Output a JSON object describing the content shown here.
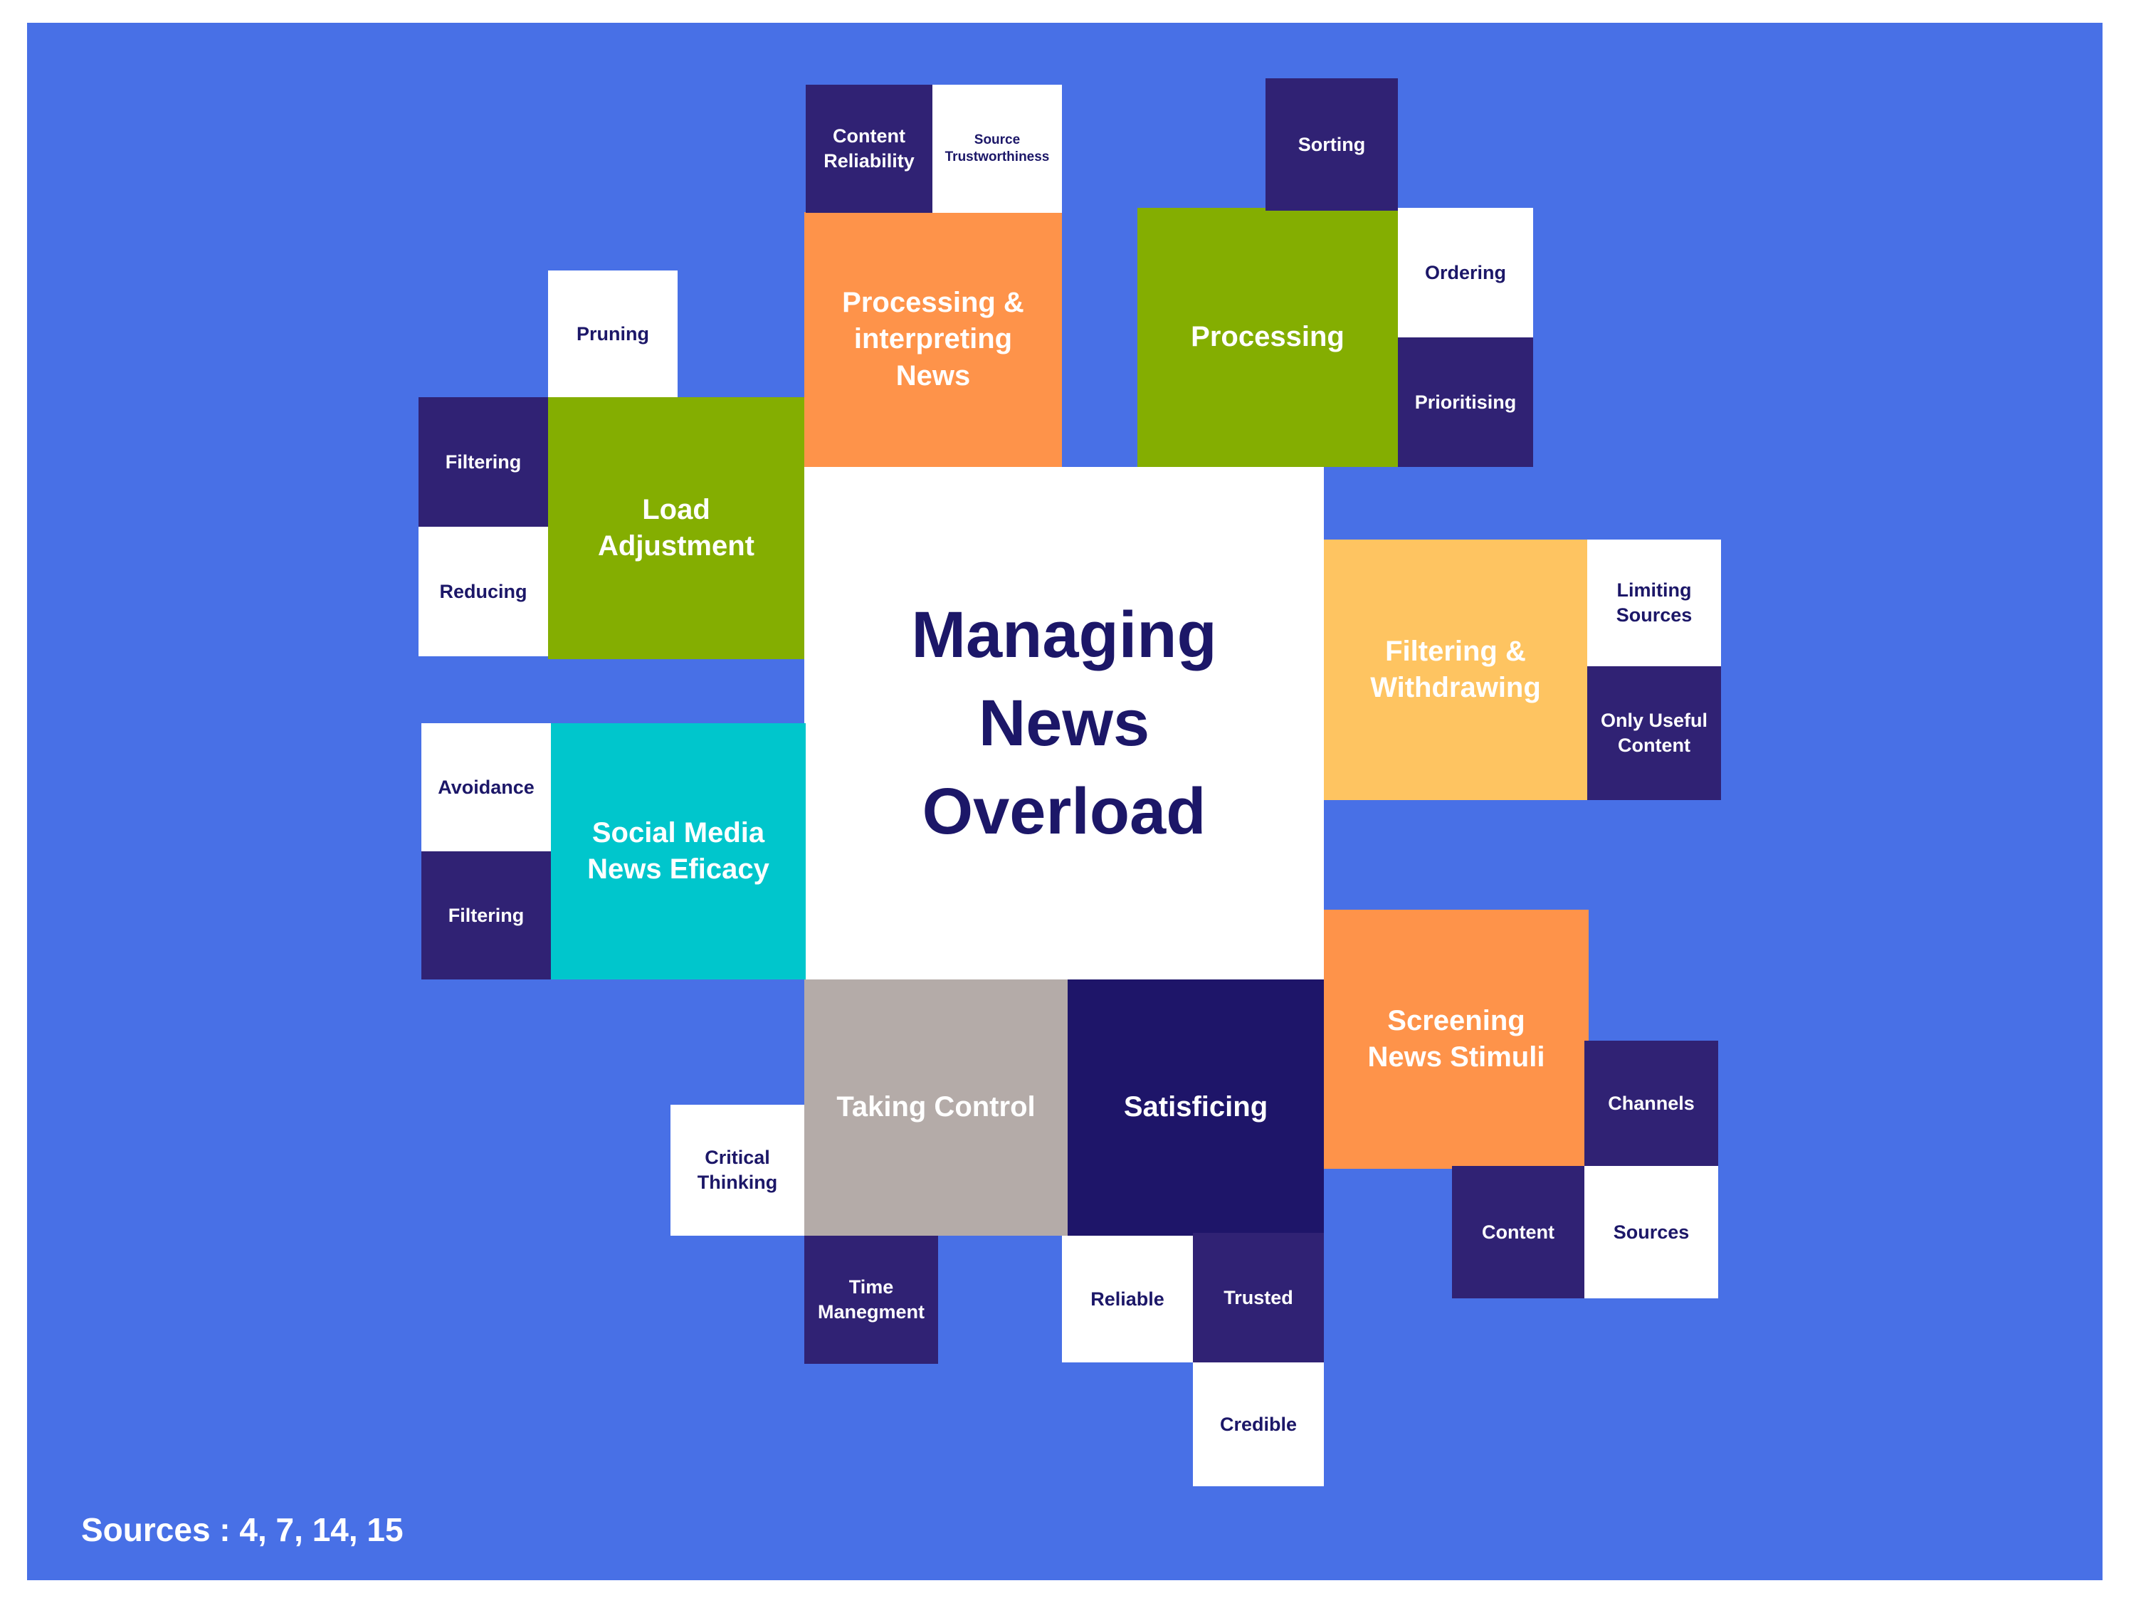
{
  "center": {
    "title": "Managing\nNews\nOverload"
  },
  "categories": {
    "processing_interpreting": "Processing &\ninterpreting\nNews",
    "processing": "Processing",
    "load_adjustment": "Load\nAdjustment",
    "filtering_withdrawing": "Filtering &\nWithdrawing",
    "social_media_efficacy": "Social Media\nNews Eficacy",
    "screening": "Screening\nNews Stimuli",
    "taking_control": "Taking Control",
    "satisficing": "Satisficing"
  },
  "subitems": {
    "content_reliability": "Content\nReliability",
    "source_trustworthiness": "Source\nTrustworthiness",
    "sorting": "Sorting",
    "ordering": "Ordering",
    "prioritising": "Prioritising",
    "pruning": "Pruning",
    "filtering_load": "Filtering",
    "reducing": "Reducing",
    "limiting_sources": "Limiting\nSources",
    "only_useful_content": "Only Useful\nContent",
    "avoidance": "Avoidance",
    "filtering_social": "Filtering",
    "channels": "Channels",
    "content_screening": "Content",
    "sources_screening": "Sources",
    "critical_thinking": "Critical\nThinking",
    "time_management": "Time\nManegment",
    "reliable": "Reliable",
    "trusted": "Trusted",
    "credible": "Credible"
  },
  "footer": {
    "sources": "Sources : 4, 7, 14, 15"
  },
  "colors": {
    "background": "#4870e6",
    "white": "#ffffff",
    "navy": "#302274",
    "dark_navy": "#1e1569",
    "orange": "#fe934a",
    "green": "#84ae01",
    "yellow": "#fec461",
    "cyan": "#00c6cc",
    "gray": "#b4aba8",
    "text_navy": "#1c1768"
  }
}
